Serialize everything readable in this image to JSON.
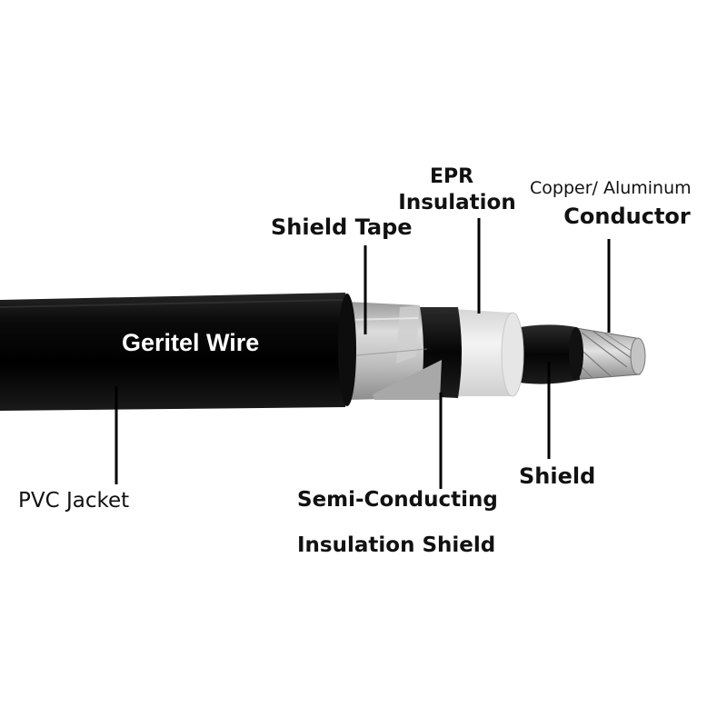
{
  "brand": "Geritel Wire",
  "labels": {
    "shield_tape": "Shield Tape",
    "epr_line1": "EPR",
    "epr_line2": "Insulation",
    "conductor_line1": "Copper/ Aluminum",
    "conductor_line2": "Conductor",
    "pvc_jacket": "PVC Jacket",
    "semi_line1": "Semi-Conducting",
    "semi_line2": "Insulation Shield",
    "shield": "Shield"
  },
  "colors": {
    "jacket": "#0c0c0c",
    "shield_tape": "#c9c9c9",
    "insulation": "#ececec",
    "conductor": "#b8b8b8",
    "leader_line": "#000000"
  }
}
